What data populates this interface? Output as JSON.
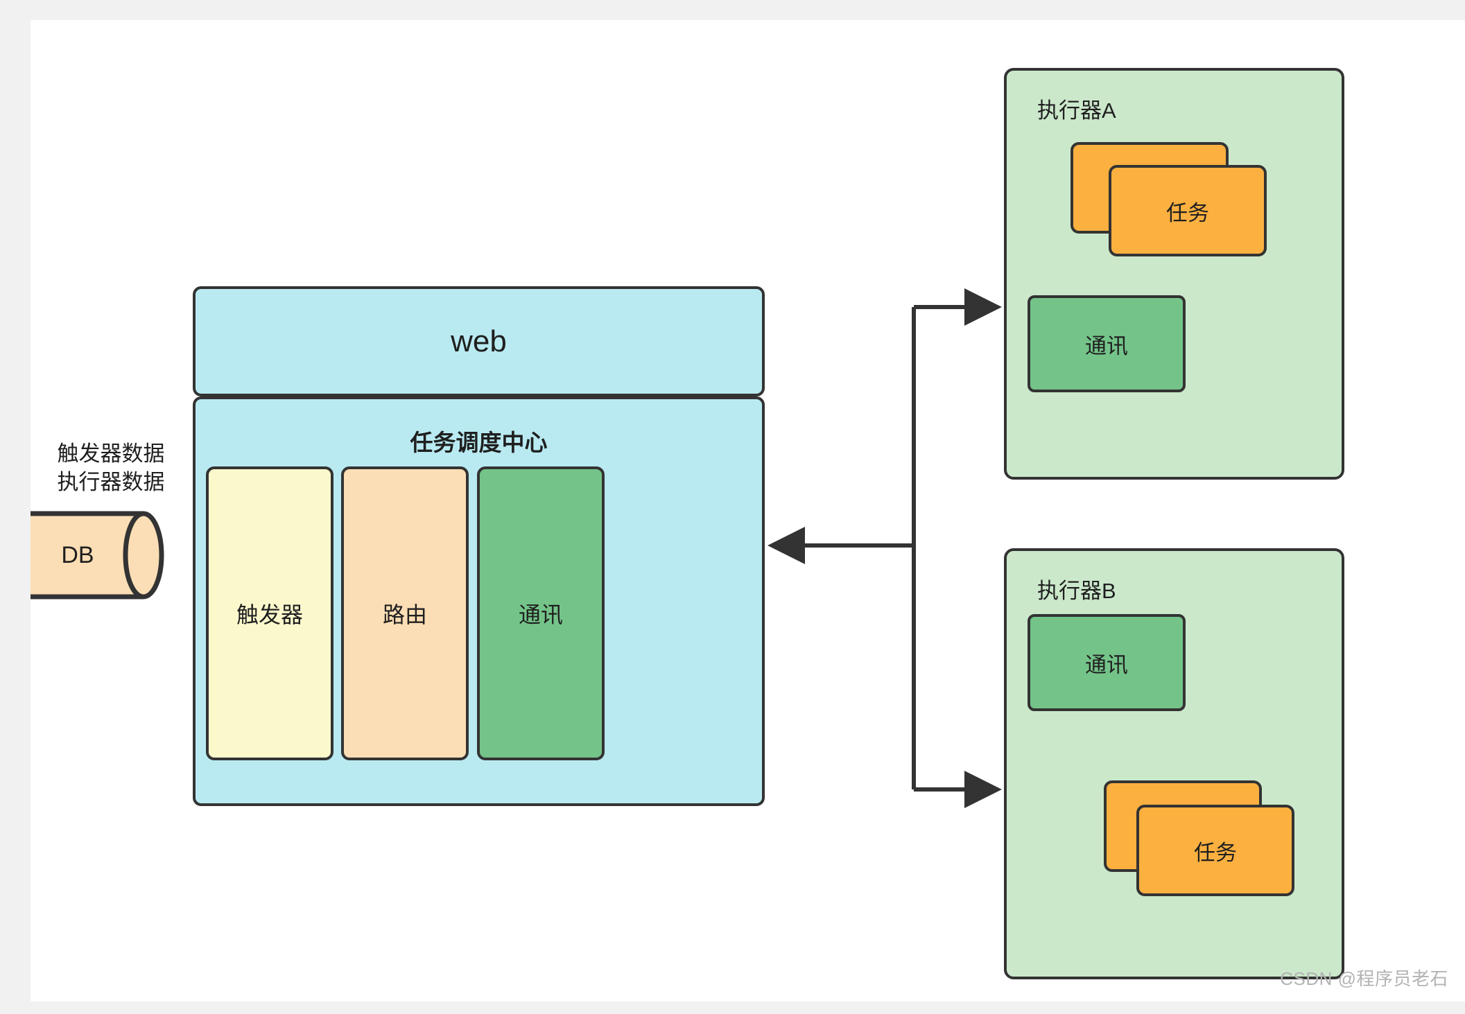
{
  "canvas": {
    "background": "#ffffff",
    "page_background": "#f1f1f1"
  },
  "colors": {
    "web_fill": "#b9eaf1",
    "scheduler_fill": "#b9eaf1",
    "trigger_fill": "#fbf8cc",
    "route_fill": "#fbdeb5",
    "comm_fill": "#74c489",
    "executor_fill": "#cbe8cb",
    "task_fill": "#fbb040",
    "db_fill": "#fbdeb5",
    "stroke": "#333333",
    "text": "#1f1f1f"
  },
  "db": {
    "annotation": "触发器数据\n执行器数据",
    "label": "DB"
  },
  "scheduler": {
    "web_label": "web",
    "title": "任务调度中心",
    "columns": [
      {
        "label": "触发器",
        "color": "#fbf8cc"
      },
      {
        "label": "路由",
        "color": "#fbdeb5"
      },
      {
        "label": "通讯",
        "color": "#74c489"
      }
    ]
  },
  "executors": [
    {
      "title": "执行器A",
      "comm_label": "通讯",
      "task_label": "任务",
      "task_count": 2
    },
    {
      "title": "执行器B",
      "comm_label": "通讯",
      "task_label": "任务",
      "task_count": 2
    }
  ],
  "connectors": [
    {
      "name": "scheduler-to-executor-a",
      "direction": "right"
    },
    {
      "name": "scheduler-to-executor-b",
      "direction": "right"
    },
    {
      "name": "executors-to-scheduler",
      "direction": "left"
    }
  ],
  "watermark": "CSDN @程序员老石"
}
